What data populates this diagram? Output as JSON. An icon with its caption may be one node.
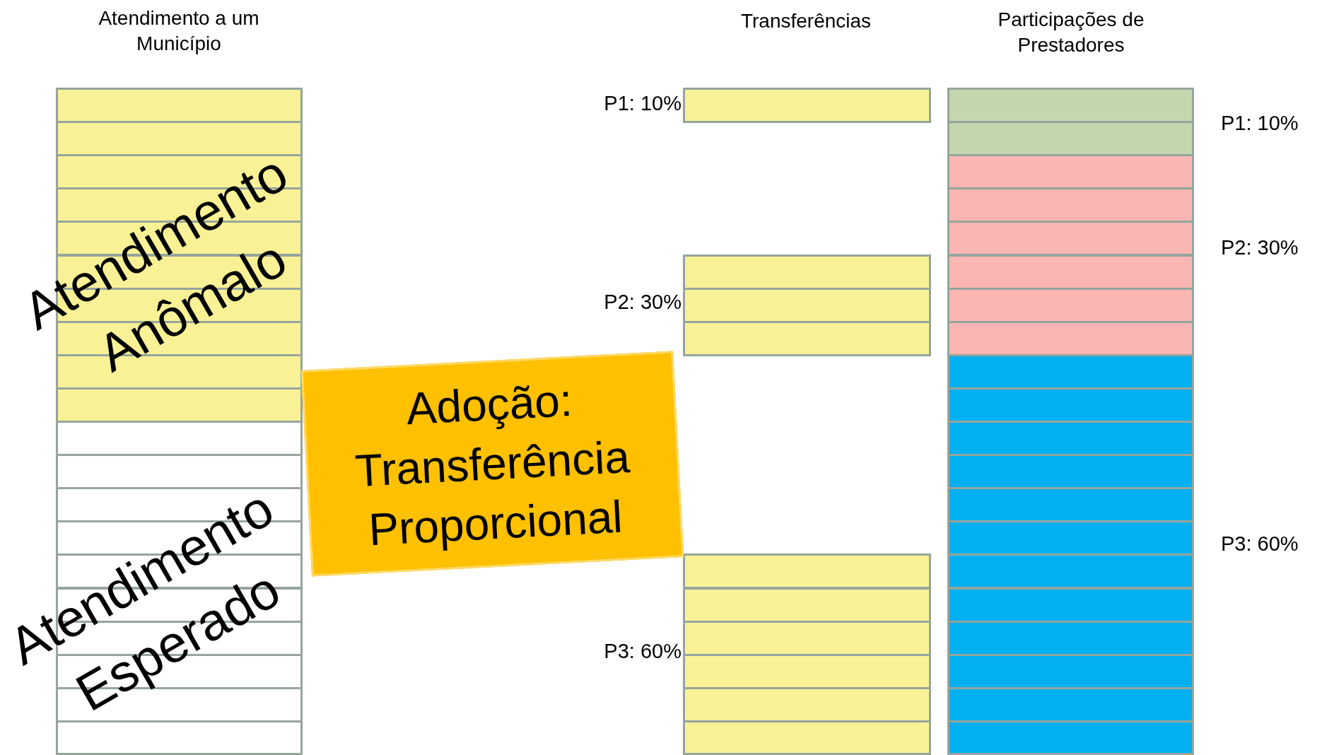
{
  "diagram": {
    "nodes": [
      {
        "text": [],
        "shape": "box"
      },
      {
        "text": [],
        "shape": "bar",
        "in": 0
      },
      {
        "text": [],
        "shape": "bar",
        "in": 0
      },
      {
        "text": [],
        "shape": "bar",
        "in": 0
      },
      {
        "text": [],
        "shape": "bar",
        "in": 0
      },
      {
        "text": [],
        "shape": "bar",
        "in": 0
      },
      {
        "text": [],
        "shape": "bar",
        "in": 0
      },
      {
        "text": [],
        "shape": "bar",
        "in": 0
      },
      {
        "text": [],
        "shape": "bar",
        "in": 0
      },
      {
        "text": [],
        "shape": "bar",
        "in": 0
      },
      {
        "text": [],
        "shape": "bar",
        "in": 0
      },
      {
        "text": [],
        "shape": "bar",
        "in": 0
      },
      {
        "text": [],
        "shape": "bar",
        "in": 0
      },
      {
        "text": [],
        "shape": "bar",
        "in": 0
      },
      {
        "text": [],
        "shape": "bar",
        "in": 0
      },
      {
        "text": [],
        "shape": "bar",
        "in": 0
      },
      {
        "text": [],
        "shape": "bar",
        "in": 0
      },
      {
        "text": [],
        "shape": "bar",
        "in": 0
      },
      {
        "text": [],
        "shape": "bar",
        "in": 0
      },
      {
        "text": [],
        "shape": "bar",
        "in": 0
      },
      {
        "text": [],
        "shape": "bar",
        "in": 0
      },
      {
        "text": [],
        "shape": "bar"
      },
      {
        "text": [],
        "shape": "bar"
      },
      {
        "text": [],
        "shape": "bar"
      },
      {
        "text": [],
        "shape": "bar"
      },
      {
        "text": [],
        "shape": "bar"
      },
      {
        "text": [],
        "shape": "bar"
      },
      {
        "text": [],
        "shape": "bar"
      },
      {
        "text": [],
        "shape": "bar"
      },
      {
        "text": [],
        "shape": "bar"
      },
      {
        "text": [],
        "shape": "bar"
      },
      {
        "text": [],
        "shape": "box"
      },
      {
        "text": [],
        "shape": "bar",
        "in": 31
      },
      {
        "text": [],
        "shape": "bar",
        "in": 31
      },
      {
        "text": [],
        "shape": "bar",
        "in": 31
      },
      {
        "text": [],
        "shape": "bar",
        "in": 31
      },
      {
        "text": [],
        "shape": "bar",
        "in": 31
      },
      {
        "text": [],
        "shape": "bar",
        "in": 31
      },
      {
        "text": [],
        "shape": "bar",
        "in": 31
      },
      {
        "text": [],
        "shape": "bar",
        "in": 31
      },
      {
        "text": [],
        "shape": "bar",
        "in": 31
      },
      {
        "text": [],
        "shape": "bar",
        "in": 31
      },
      {
        "text": [],
        "shape": "bar",
        "in": 31
      },
      {
        "text": [],
        "shape": "bar",
        "in": 31
      },
      {
        "text": [],
        "shape": "bar",
        "in": 31
      },
      {
        "text": [],
        "shape": "bar",
        "in": 31
      },
      {
        "text": [],
        "shape": "bar",
        "in": 31
      },
      {
        "text": [],
        "shape": "bar",
        "in": 31
      },
      {
        "text": [],
        "shape": "bar",
        "in": 31
      },
      {
        "text": [],
        "shape": "bar",
        "in": 31
      },
      {
        "text": [],
        "shape": "bar",
        "in": 31
      },
      {
        "text": [],
        "shape": "bar",
        "in": 31
      },
      {
        "text": [
          "Adoção: Transferência Proporcional"
        ]
      }
    ],
    "labels": [
      "Atendimento a um Município",
      "Transferências",
      "Participações de Prestadores",
      "P1: 10%",
      "P1: 10%",
      "P2: 30%",
      "P2: 30%",
      "P3: 60%",
      "P3: 60%",
      "Atendimento Anômalo",
      "Atendimento Esperado"
    ]
  }
}
